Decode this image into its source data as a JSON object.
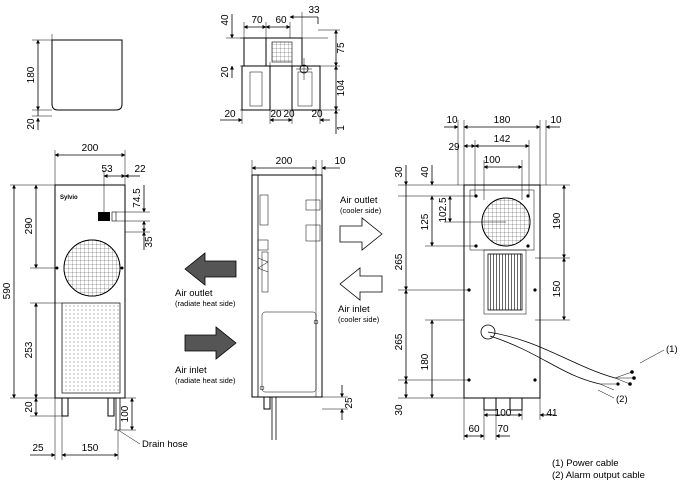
{
  "top_view": {
    "height_180": "180",
    "height_20": "20"
  },
  "bracket_view": {
    "d40": "40",
    "d70": "70",
    "d60": "60",
    "d33": "33",
    "d75": "75",
    "d20_left": "20",
    "d104": "104",
    "d1": "1",
    "b20a": "20",
    "b20b": "20",
    "b20c": "20",
    "b20d": "20"
  },
  "front_view": {
    "w200": "200",
    "d53": "53",
    "d22": "22",
    "h590": "590",
    "h290": "290",
    "h74_5": "74.5",
    "h35": "35",
    "h253": "253",
    "h20": "20",
    "h100": "100",
    "w25": "25",
    "w150": "150",
    "logo_text": "Sylvio",
    "drain_hose": "Drain hose"
  },
  "arrows": {
    "air_outlet_rad": "Air outlet",
    "air_outlet_rad_sub": "(radiate heat side)",
    "air_inlet_rad": "Air inlet",
    "air_inlet_rad_sub": "(radiate heat side)",
    "air_outlet_cool": "Air outlet",
    "air_outlet_cool_sub": "(cooler side)",
    "air_inlet_cool": "Air inlet",
    "air_inlet_cool_sub": "(cooler side)"
  },
  "side_view": {
    "w200": "200",
    "w10": "10",
    "h25": "25"
  },
  "rear_view": {
    "w10a": "10",
    "w180": "180",
    "w10b": "10",
    "w29": "29",
    "w142": "142",
    "w100_top": "100",
    "h30_top": "30",
    "h40": "40",
    "h102_5": "102.5",
    "h125": "125",
    "h190": "190",
    "h265a": "265",
    "h150": "150",
    "h265b": "265",
    "h180": "180",
    "h30_bot": "30",
    "w100_bot": "100",
    "w41": "41",
    "w60": "60",
    "w70": "70",
    "callout1": "(1)",
    "callout2": "(2)"
  },
  "legend": {
    "item1": "(1) Power cable",
    "item2": "(2) Alarm output cable"
  }
}
